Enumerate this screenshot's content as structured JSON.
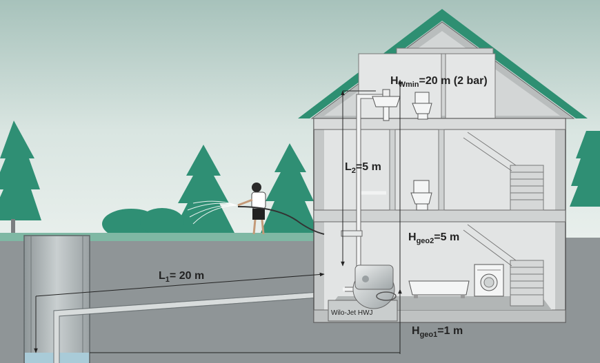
{
  "labels": {
    "h_wmin_main": "H",
    "h_wmin_sub": "Wmin",
    "h_wmin_value": "=20 m (2 bar)",
    "l2_main": "L",
    "l2_sub": "2",
    "l2_value": "=5 m",
    "hgeo2_main": "H",
    "hgeo2_sub": "geo2",
    "hgeo2_value": "=5 m",
    "l1_main": "L",
    "l1_sub": "1",
    "l1_value": "= 20 m",
    "hgeo1_main": "H",
    "hgeo1_sub": "geo1",
    "hgeo1_value": "=1 m",
    "pump_name": "Wilo-Jet HWJ"
  },
  "colors": {
    "sky_top": "#a9c4bd",
    "sky_bottom": "#e3ece9",
    "ground": "#8f9597",
    "roof": "#2e8f72",
    "tree": "#2f8f74",
    "house_wall": "#d6d8d8",
    "water": "#a9cbd8"
  },
  "icons": {
    "pump": "pump-icon",
    "person": "person-watering-icon",
    "toilet": "toilet-icon",
    "sink": "sink-icon",
    "bathtub": "bathtub-icon",
    "washing_machine": "washing-machine-icon",
    "trees": "tree-icon",
    "well": "well-icon"
  }
}
